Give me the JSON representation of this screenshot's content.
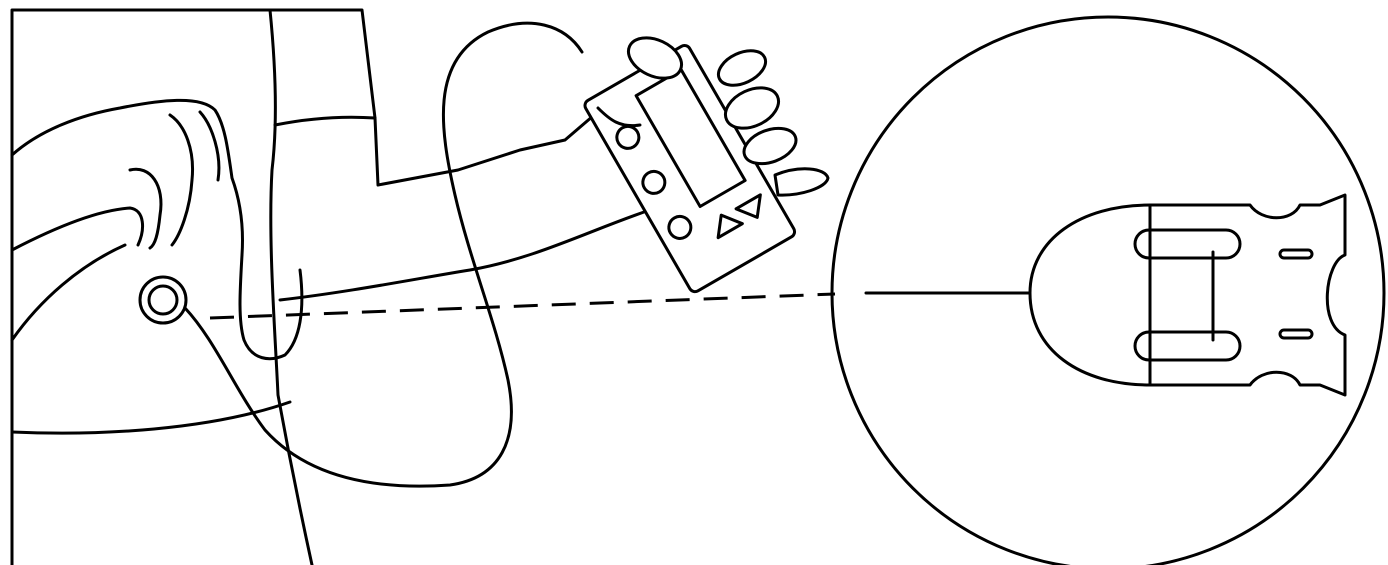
{
  "colors": {
    "ink": "#000000",
    "background": "#ffffff"
  },
  "figure": {
    "icons": [
      "torso",
      "arm",
      "hand-holding-device",
      "remote-controller",
      "infusion-site",
      "magnified-patch-pump"
    ]
  },
  "controller": {
    "button_count": 3,
    "arrow_buttons": [
      "up-triangle",
      "down-triangle"
    ]
  }
}
